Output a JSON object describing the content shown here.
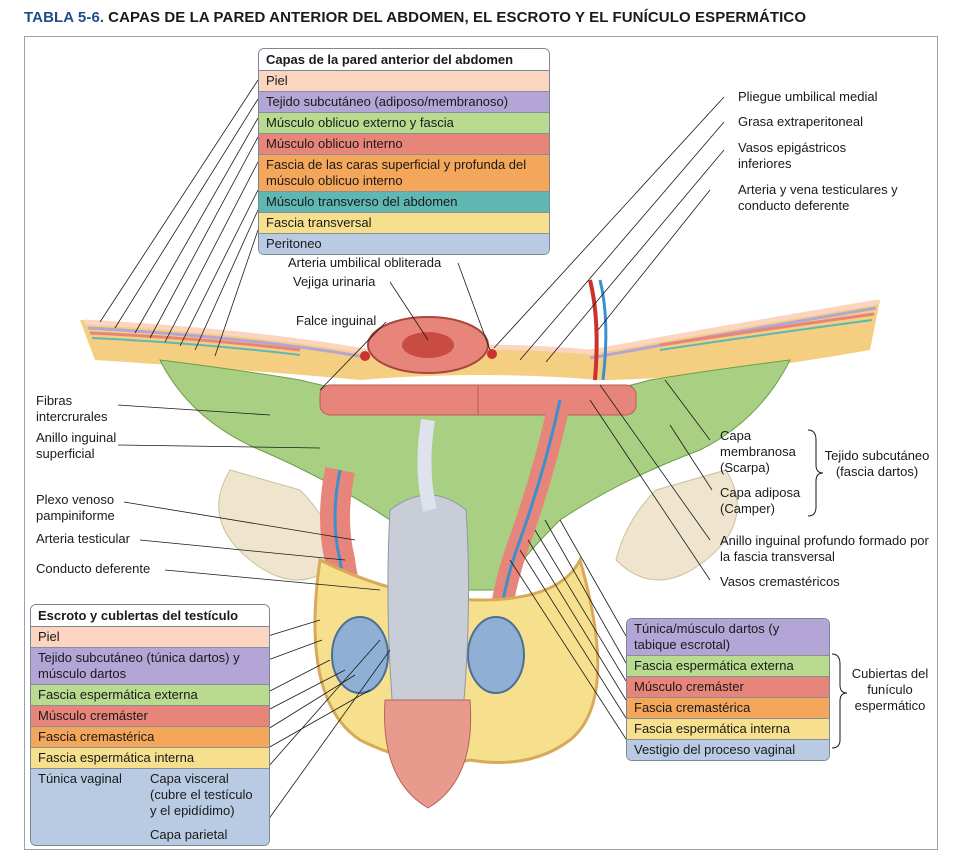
{
  "header": {
    "table_number": "TABLA 5-6.",
    "title": "CAPAS DE LA PARED ANTERIOR DEL ABDOMEN, EL ESCROTO Y EL FUNÍCULO ESPERMÁTICO"
  },
  "colors": {
    "skin": "#fbd5c0",
    "subcutaneous": "#b3a5d6",
    "external_oblique": "#b9db8f",
    "internal_oblique": "#e8857a",
    "fascia_orange": "#f4a65a",
    "transversus": "#5fb7b3",
    "transversalis": "#f7e08d",
    "peritoneum": "#b9cbe2"
  },
  "abdomen_legend": {
    "title": "Capas de la pared anterior del abdomen",
    "rows": [
      {
        "label": "Piel",
        "color": "#fbd5c0"
      },
      {
        "label": "Tejido subcutáneo (adiposo/membranoso)",
        "color": "#b3a5d6"
      },
      {
        "label": "Músculo oblicuo externo y fascia",
        "color": "#b9db8f"
      },
      {
        "label": "Músculo oblicuo interno",
        "color": "#e8857a"
      },
      {
        "label": "Fascia de las caras superficial y profunda del músculo oblicuo interno",
        "color": "#f4a65a"
      },
      {
        "label": "Músculo transverso del abdomen",
        "color": "#5fb7b3"
      },
      {
        "label": "Fascia transversal",
        "color": "#f7e08d"
      },
      {
        "label": "Peritoneo",
        "color": "#b9cbe2"
      }
    ]
  },
  "scrotum_legend": {
    "title": "Escroto y cublertas del testículo",
    "rows": [
      {
        "label": "Piel",
        "color": "#fbd5c0"
      },
      {
        "label": "Tejido subcutáneo (túnica dartos) y músculo dartos",
        "color": "#b3a5d6"
      },
      {
        "label": "Fascia espermática externa",
        "color": "#b9db8f"
      },
      {
        "label": "Músculo cremáster",
        "color": "#e8857a"
      },
      {
        "label": "Fascia cremastérica",
        "color": "#f4a65a"
      },
      {
        "label": "Fascia espermática interna",
        "color": "#f7e08d"
      }
    ],
    "tunica_label": "Túnica vaginal",
    "tunica_visceral": "Capa visceral (cubre el testículo y el epidídimo)",
    "tunica_parietal": "Capa parietal"
  },
  "cord_legend": {
    "rows": [
      {
        "label": "Túnica/músculo dartos (y tabique escrotal)",
        "color": "#b3a5d6"
      },
      {
        "label": "Fascia espermática externa",
        "color": "#b9db8f"
      },
      {
        "label": "Músculo cremáster",
        "color": "#e8857a"
      },
      {
        "label": "Fascia cremastérica",
        "color": "#f4a65a"
      },
      {
        "label": "Fascia espermática interna",
        "color": "#f7e08d"
      },
      {
        "label": "Vestigio del proceso vaginal",
        "color": "#b9cbe2"
      }
    ],
    "brace_label": "Cubiertas del funículo espermático"
  },
  "labels": {
    "pliegue_umbilical": "Pliegue umbilical medial",
    "grasa": "Grasa extraperitoneal",
    "vasos_epigastricos": "Vasos epigástricos inferiores",
    "arteria_vena": "Arteria y vena testiculares y conducto deferente",
    "arteria_umbilical": "Arteria umbilical obliterada",
    "vejiga": "Vejiga urinaria",
    "falce": "Falce inguinal",
    "fibras": "Fibras intercrurales",
    "anillo_superficial": "Anillo inguinal superficial",
    "plexo": "Plexo venoso pampiniforme",
    "arteria_testicular": "Arteria testicular",
    "conducto": "Conducto deferente",
    "capa_membranosa": "Capa membranosa (Scarpa)",
    "capa_adiposa": "Capa adiposa (Camper)",
    "tejido_subcutaneo": "Tejido subcutáneo (fascia dartos)",
    "anillo_profundo": "Anillo inguinal profundo formado por la fascia transversal",
    "vasos_cremastericos": "Vasos cremastéricos"
  }
}
